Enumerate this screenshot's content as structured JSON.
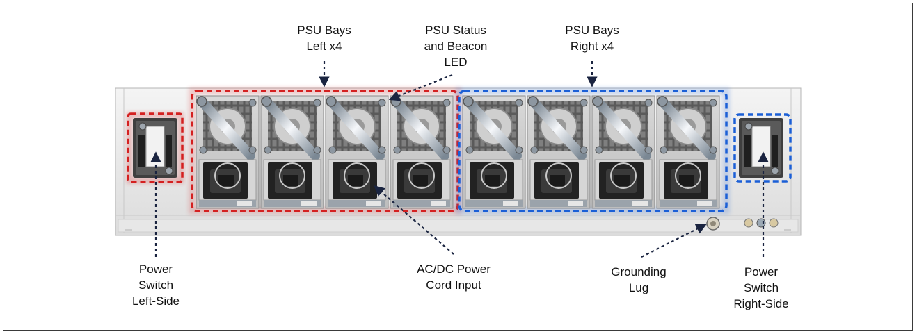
{
  "callouts": {
    "psu_left": [
      "PSU Bays",
      "Left x4"
    ],
    "psu_led": [
      "PSU Status",
      "and Beacon",
      "LED"
    ],
    "psu_right": [
      "PSU Bays",
      "Right x4"
    ],
    "power_left": [
      "Power",
      "Switch",
      "Left-Side"
    ],
    "ac_dc": [
      "AC/DC Power",
      "Cord Input"
    ],
    "ground": [
      "Grounding",
      "Lug"
    ],
    "power_right": [
      "Power",
      "Switch",
      "Right-Side"
    ]
  },
  "colors": {
    "left_group": "#d42020",
    "right_group": "#1b5fd6",
    "leader": "#1a2440",
    "chassis": "#ececec"
  }
}
